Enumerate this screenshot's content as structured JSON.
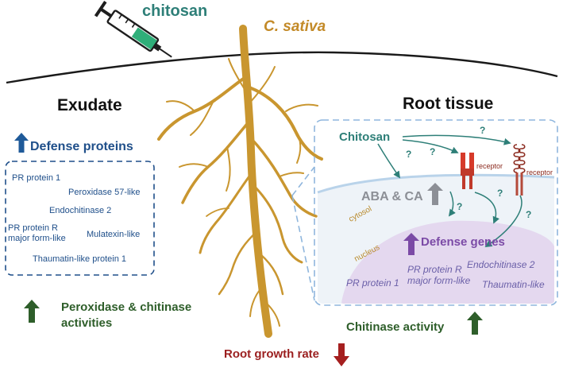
{
  "header": {
    "chitosan_label": "chitosan",
    "plant_name": "C. sativa"
  },
  "exudate": {
    "title": "Exudate",
    "defense_proteins_label": "Defense proteins",
    "proteins": [
      "PR protein 1",
      "Peroxidase 57-like",
      "Endochitinase 2",
      "PR protein R major form-like",
      "Mulatexin-like",
      "Thaumatin-like protein 1"
    ],
    "enzyme_activities_label": "Peroxidase & chitinase activities"
  },
  "root_growth_label": "Root growth rate",
  "root_tissue": {
    "title": "Root tissue",
    "chitosan_label": "Chitosan",
    "question_mark": "?",
    "receptor_label": "receptor",
    "hormones_label": "ABA & CA",
    "cytosol_label": "cytosol",
    "nucleus_label": "nucleus",
    "defense_genes_label": "Defense genes",
    "genes": [
      "PR protein 1",
      "PR protein R major form-like",
      "Endochitinase 2",
      "Thaumatin-like"
    ],
    "chitinase_activity_label": "Chitinase activity"
  },
  "colors": {
    "increase_blue": "#1f5a99",
    "increase_green": "#2e5e2a",
    "decrease_red": "#a51f1f",
    "increase_purple": "#7b4aa6",
    "increase_gray": "#8c8f96",
    "root": "#c9962f",
    "chitosan_teal": "#2e7f78",
    "receptor_red": "#c0392b"
  },
  "icons": [
    "syringe-icon",
    "up-arrow-icon",
    "down-arrow-icon",
    "receptor-icon",
    "root-icon"
  ]
}
